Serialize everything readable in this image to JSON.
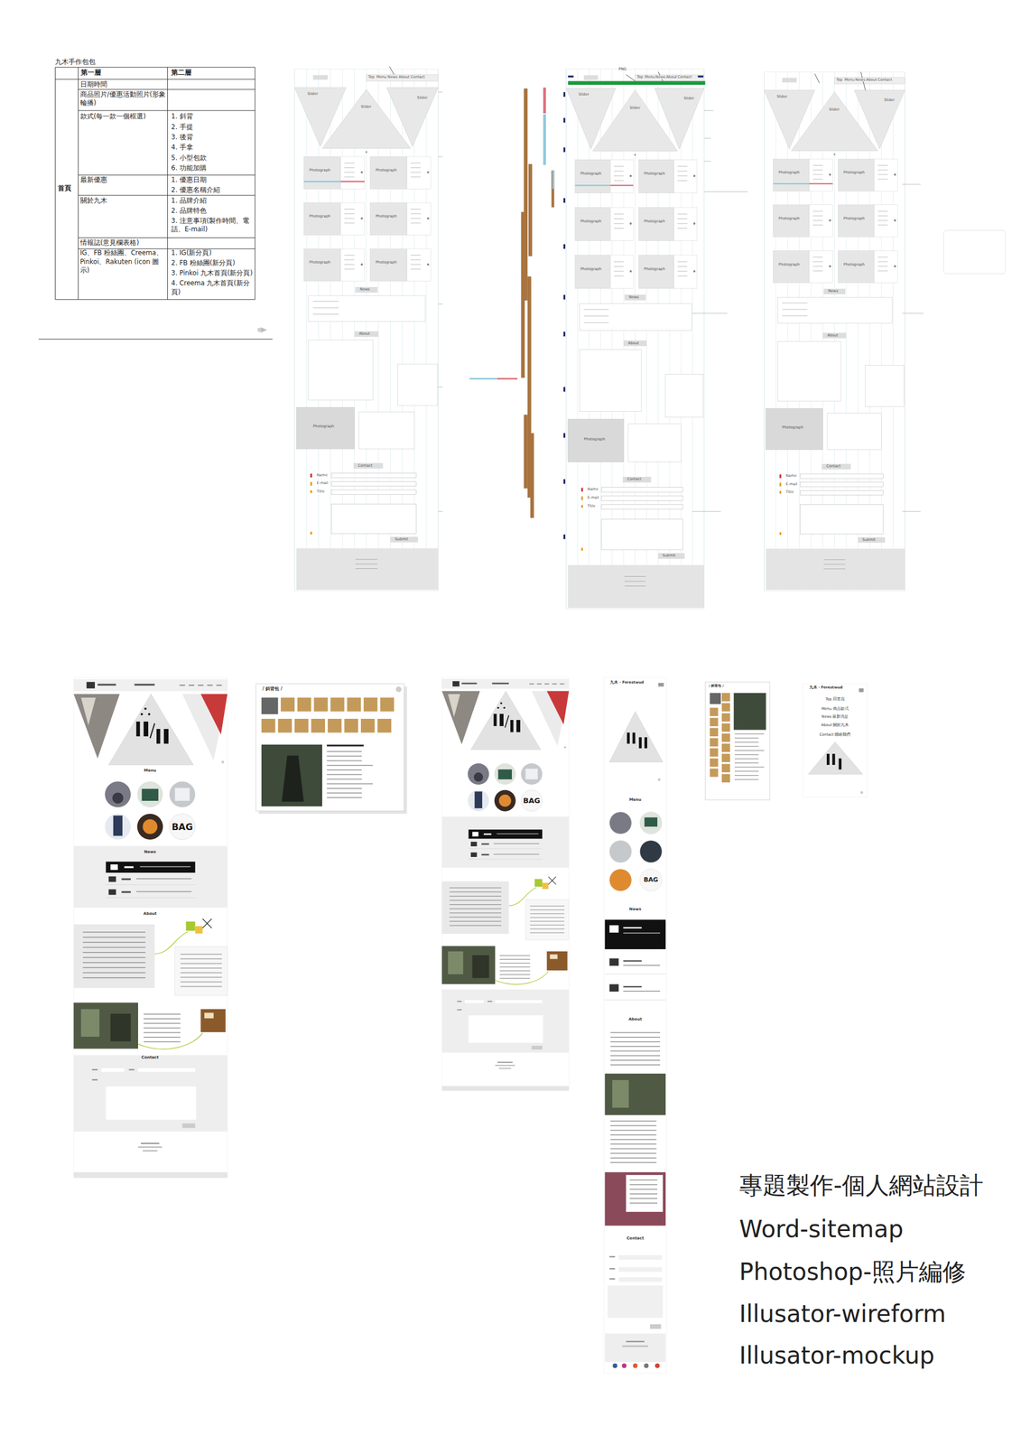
{
  "diagram": {
    "title": "專題製作-個人網站設計",
    "labels": [
      "九木手作包包",
      "第一層",
      "第二層",
      "首頁",
      "日期時間",
      "商品照片/優惠活動照片(形象輪播)",
      "款式(每一款一個框選)",
      "1. 斜背",
      "2. 手提",
      "3. 後背",
      "4. 手拿",
      "5. 小型包款",
      "6. 功能加購",
      "最新優惠",
      "1. 優惠日期",
      "2. 優惠名稱介紹",
      "關於九木",
      "1. 品牌介紹",
      "2. 品牌特色",
      "3. 注意事項(製作時間、電話、E-mail)",
      "情報誌(意見欄表格)",
      "IG、FB 粉絲團、Creema、Pinkoi、Rakuten (icon 圖示)",
      "1. IG(新分頁)",
      "2. FB 粉絲團(新分頁)",
      "3. Pinkoi 九木首頁(新分頁)",
      "4. Creema 九木首頁(新分頁)",
      "Top",
      "Menu",
      "News",
      "About",
      "Contact",
      "Slider",
      "Slider",
      "Slider",
      "Photograph",
      "Photograph",
      "Photograph",
      "Photograph",
      "Photograph",
      "Photograph",
      "News",
      "About",
      "Photograph",
      "Contact",
      "Name",
      "E-mail",
      "Title",
      "Submit",
      "Top",
      "Menu",
      "News",
      "About",
      "Contact",
      "Slider",
      "Slider",
      "Slider",
      "Photograph",
      "Photograph",
      "Photograph",
      "Photograph",
      "Photograph",
      "Photograph",
      "News",
      "About",
      "Photograph",
      "Contact",
      "Name",
      "E-mail",
      "Title",
      "Submit",
      "PNG",
      "Top",
      "Menu",
      "News",
      "About",
      "Contact",
      "Slider",
      "Slider",
      "Slider",
      "Photograph",
      "Photograph",
      "Photograph",
      "Photograph",
      "Photograph",
      "Photograph",
      "News",
      "About",
      "Photograph",
      "Contact",
      "Name",
      "E-mail",
      "Title",
      "Submit",
      "Menu",
      "BAG",
      "News",
      "About",
      "Contact",
      "/ 斜背包 /",
      "BAG",
      "九木 · Forestwud",
      "Menu",
      "BAG",
      "News",
      "About",
      "Contact",
      "/ 斜背包 /",
      "九木 · Forestwud",
      "Top 回首頁",
      "Menu 商品款式",
      "News 最新消息",
      "About 關於九木",
      "Contact 聯絡我們",
      "Word-sitemap",
      "Photoshop-照片編修",
      "Illusator-wireform",
      "Illusator-mockup"
    ]
  }
}
